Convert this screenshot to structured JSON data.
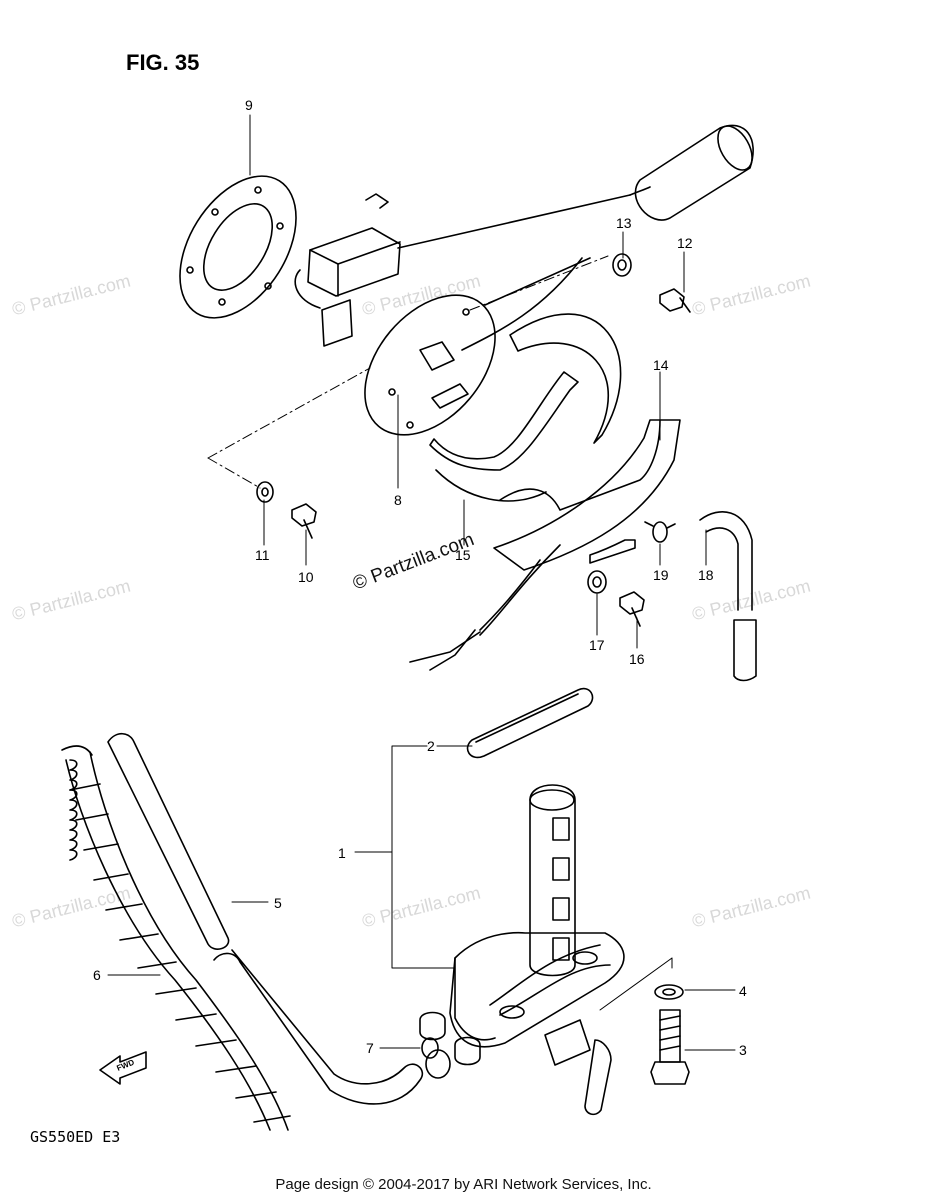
{
  "figure_title": "FIG. 35",
  "model_code": "GS550ED  E3",
  "footer": "Page design © 2004-2017 by ARI Network Services, Inc.",
  "center_copyright": "© Partzilla.com",
  "watermark": "© Partzilla.com",
  "fwd_label": "FWD",
  "callouts": [
    "1",
    "2",
    "3",
    "4",
    "5",
    "6",
    "7",
    "8",
    "9",
    "10",
    "11",
    "12",
    "13",
    "14",
    "15",
    "16",
    "17",
    "18",
    "19"
  ]
}
